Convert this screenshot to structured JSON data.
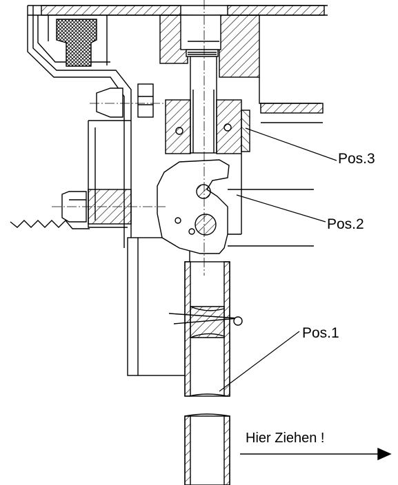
{
  "labels": {
    "pos3": "Pos.3",
    "pos2": "Pos.2",
    "pos1": "Pos.1",
    "pull": "Hier Ziehen !"
  },
  "colors": {
    "line": "#000000",
    "background": "#ffffff"
  }
}
